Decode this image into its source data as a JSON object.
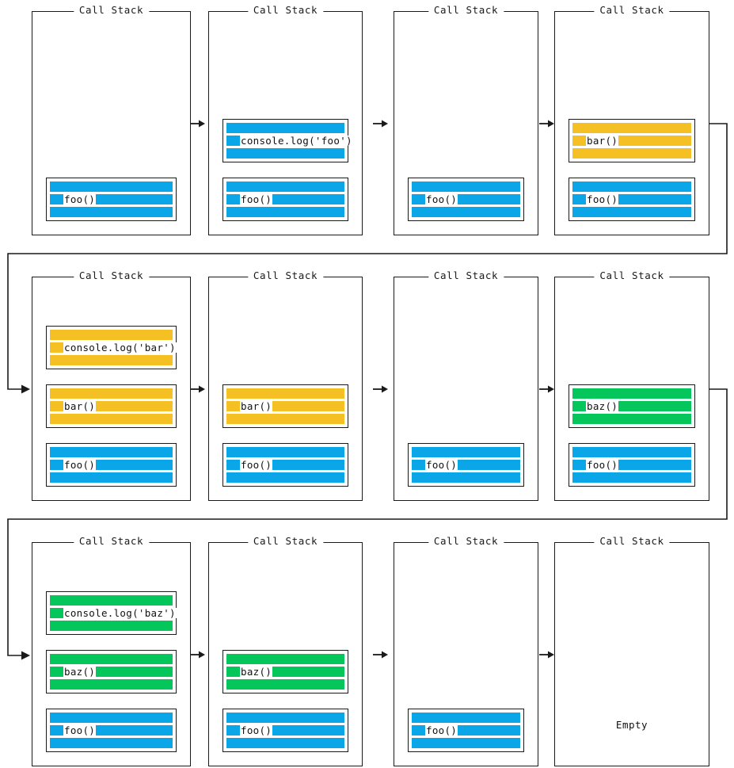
{
  "diagram": {
    "panel_title": "Call Stack",
    "empty_label": "Empty",
    "colors": {
      "blue": "#0BA6E8",
      "orange": "#F5C024",
      "green": "#05C65A",
      "border": "#1a1a1a",
      "background": "#ffffff"
    },
    "arrow_glyph": "right-arrow"
  },
  "steps": [
    {
      "id": "step-1",
      "frames": [
        {
          "label": "foo()",
          "color": "blue"
        }
      ]
    },
    {
      "id": "step-2",
      "frames": [
        {
          "label": "console.log('foo')",
          "color": "blue"
        },
        {
          "label": "foo()",
          "color": "blue"
        }
      ]
    },
    {
      "id": "step-3",
      "frames": [
        {
          "label": "foo()",
          "color": "blue"
        }
      ]
    },
    {
      "id": "step-4",
      "frames": [
        {
          "label": "bar()",
          "color": "orange"
        },
        {
          "label": "foo()",
          "color": "blue"
        }
      ]
    },
    {
      "id": "step-5",
      "frames": [
        {
          "label": "console.log('bar')",
          "color": "orange"
        },
        {
          "label": "bar()",
          "color": "orange"
        },
        {
          "label": "foo()",
          "color": "blue"
        }
      ]
    },
    {
      "id": "step-6",
      "frames": [
        {
          "label": "bar()",
          "color": "orange"
        },
        {
          "label": "foo()",
          "color": "blue"
        }
      ]
    },
    {
      "id": "step-7",
      "frames": [
        {
          "label": "foo()",
          "color": "blue"
        }
      ]
    },
    {
      "id": "step-8",
      "frames": [
        {
          "label": "baz()",
          "color": "green"
        },
        {
          "label": "foo()",
          "color": "blue"
        }
      ]
    },
    {
      "id": "step-9",
      "frames": [
        {
          "label": "console.log('baz')",
          "color": "green"
        },
        {
          "label": "baz()",
          "color": "green"
        },
        {
          "label": "foo()",
          "color": "blue"
        }
      ]
    },
    {
      "id": "step-10",
      "frames": [
        {
          "label": "baz()",
          "color": "green"
        },
        {
          "label": "foo()",
          "color": "blue"
        }
      ]
    },
    {
      "id": "step-11",
      "frames": [
        {
          "label": "foo()",
          "color": "blue"
        }
      ]
    },
    {
      "id": "step-12",
      "frames": [],
      "empty": true
    }
  ]
}
